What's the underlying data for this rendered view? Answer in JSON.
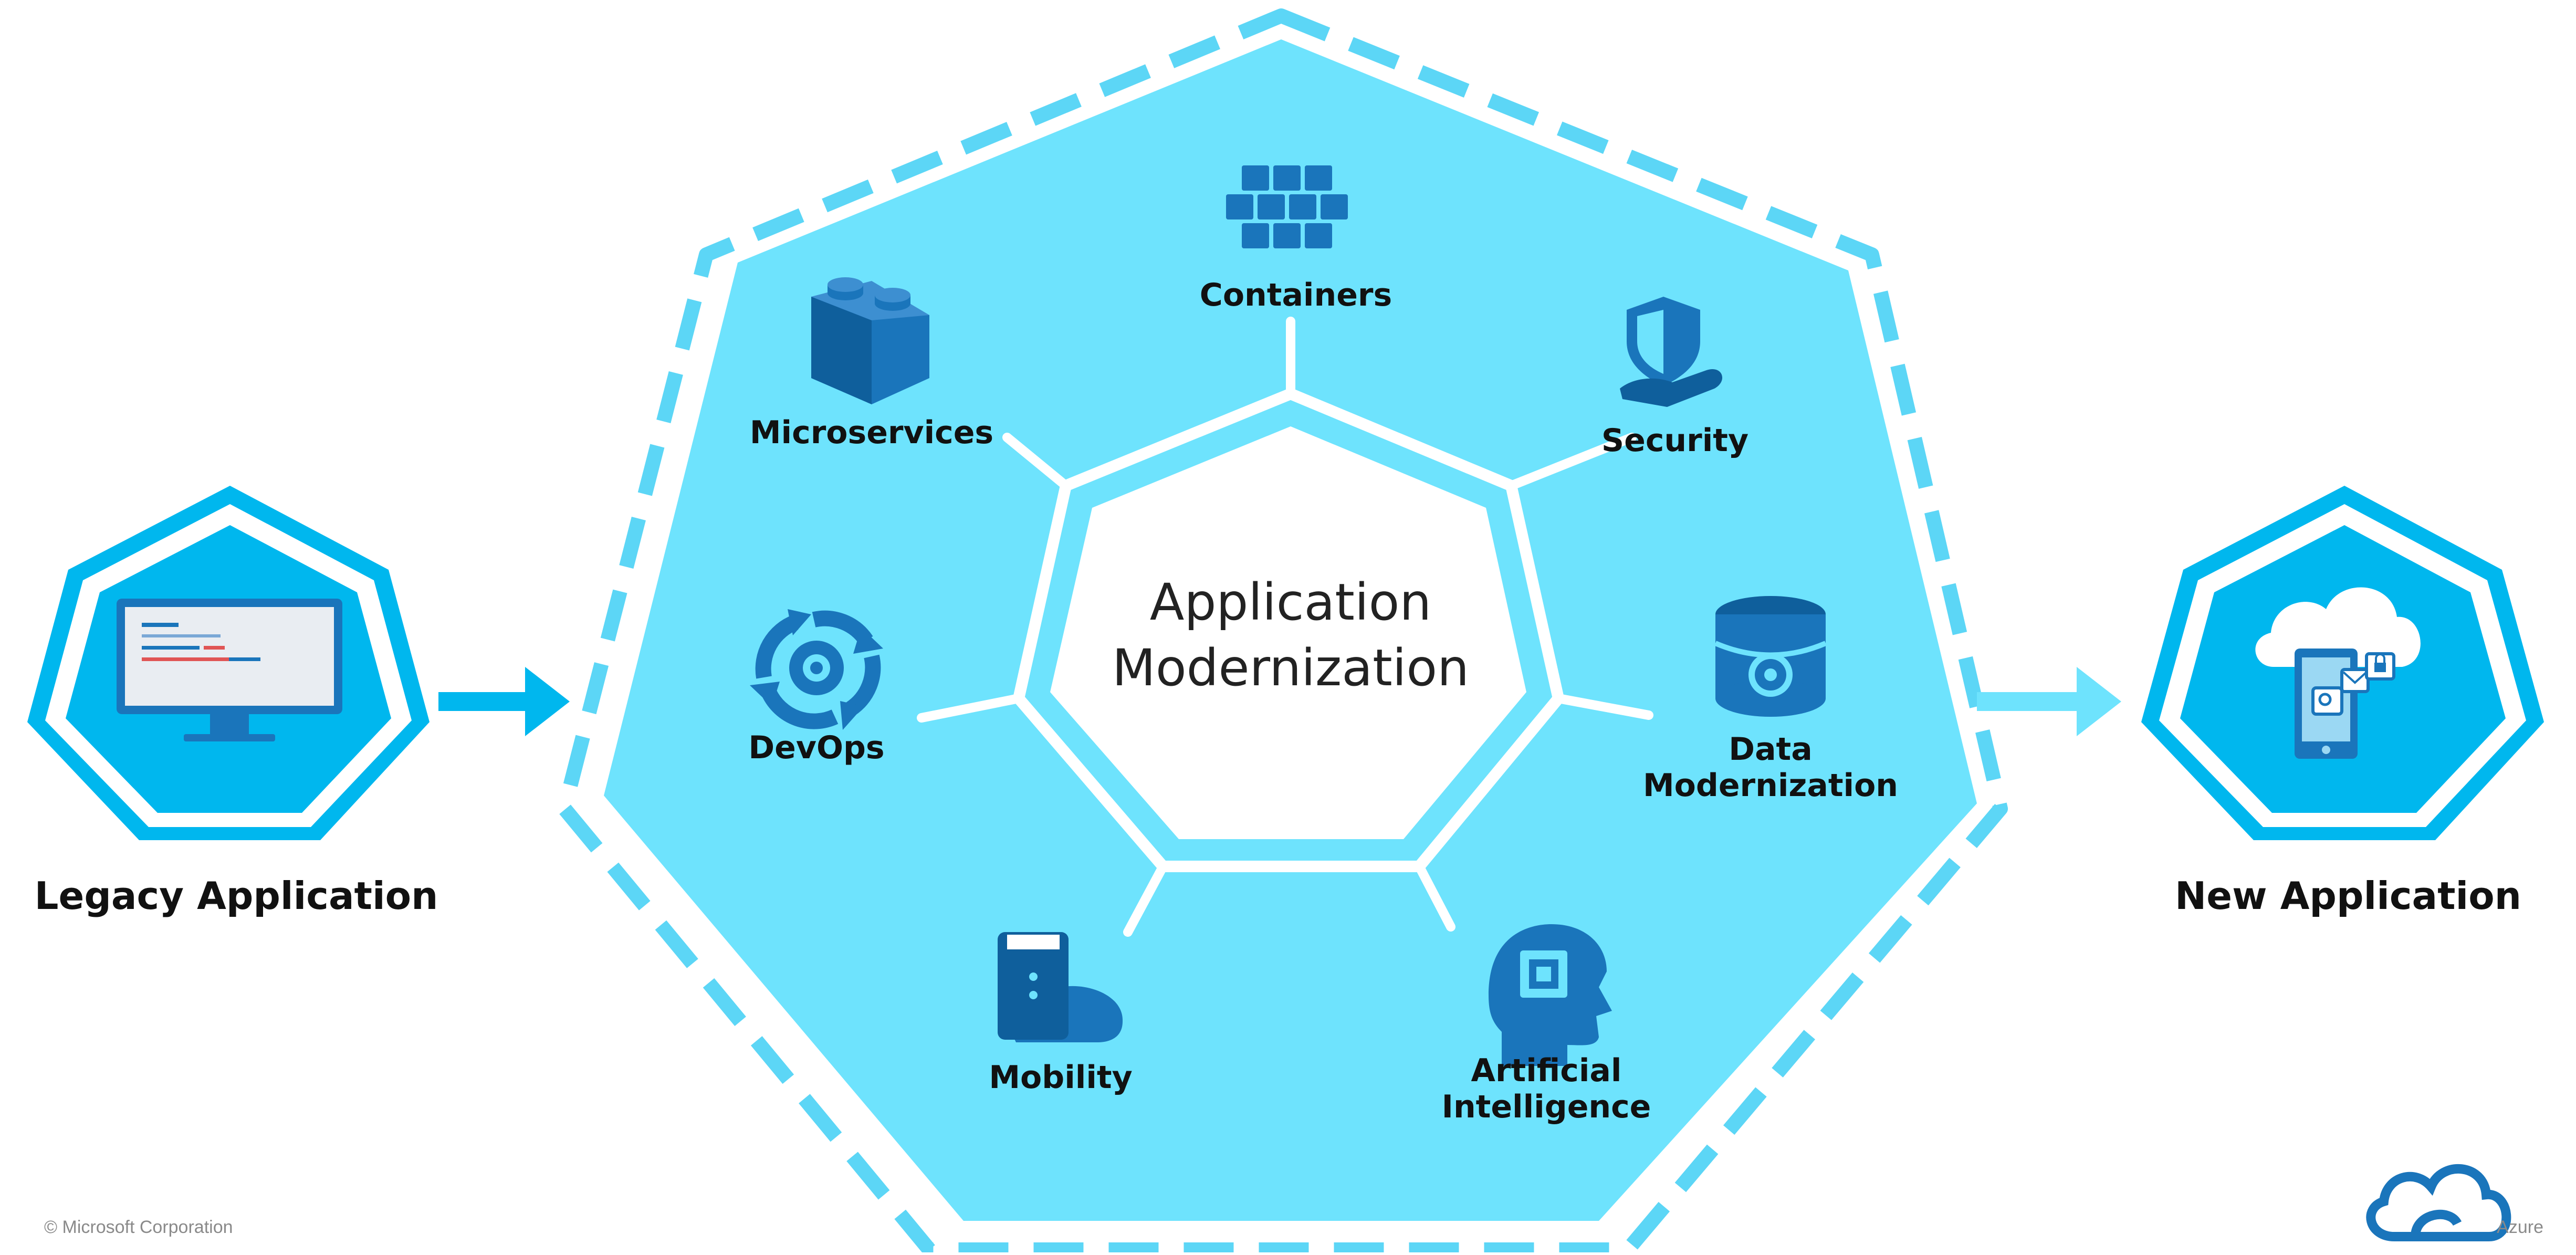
{
  "center": {
    "line1": "Application",
    "line2": "Modernization"
  },
  "nodes": [
    {
      "name": "containers",
      "label": "Containers",
      "icon": "containers-icon"
    },
    {
      "name": "security",
      "label": "Security",
      "icon": "shield-hand-icon"
    },
    {
      "name": "data-modernization",
      "label": "Data\nModernization",
      "icon": "database-gear-icon"
    },
    {
      "name": "artificial-intelligence",
      "label": "Artificial\nIntelligence",
      "icon": "head-chip-icon"
    },
    {
      "name": "mobility",
      "label": "Mobility",
      "icon": "mobile-cloud-icon"
    },
    {
      "name": "devops",
      "label": "DevOps",
      "icon": "devops-cycle-icon"
    },
    {
      "name": "microservices",
      "label": "Microservices",
      "icon": "building-blocks-icon"
    }
  ],
  "legacy": {
    "label": "Legacy Application",
    "icon": "monitor-icon"
  },
  "new_app": {
    "label": "New Application",
    "icon": "cloud-devices-icon"
  },
  "footer": {
    "copyright": "© Microsoft Corporation",
    "brand": "Azure"
  },
  "colors": {
    "fill": "#6ee3fd",
    "border": "#5cd6f6",
    "accent": "#00b7ee",
    "icon": "#1a75bb",
    "icon_dark": "#0f5f9c",
    "white": "#ffffff"
  }
}
